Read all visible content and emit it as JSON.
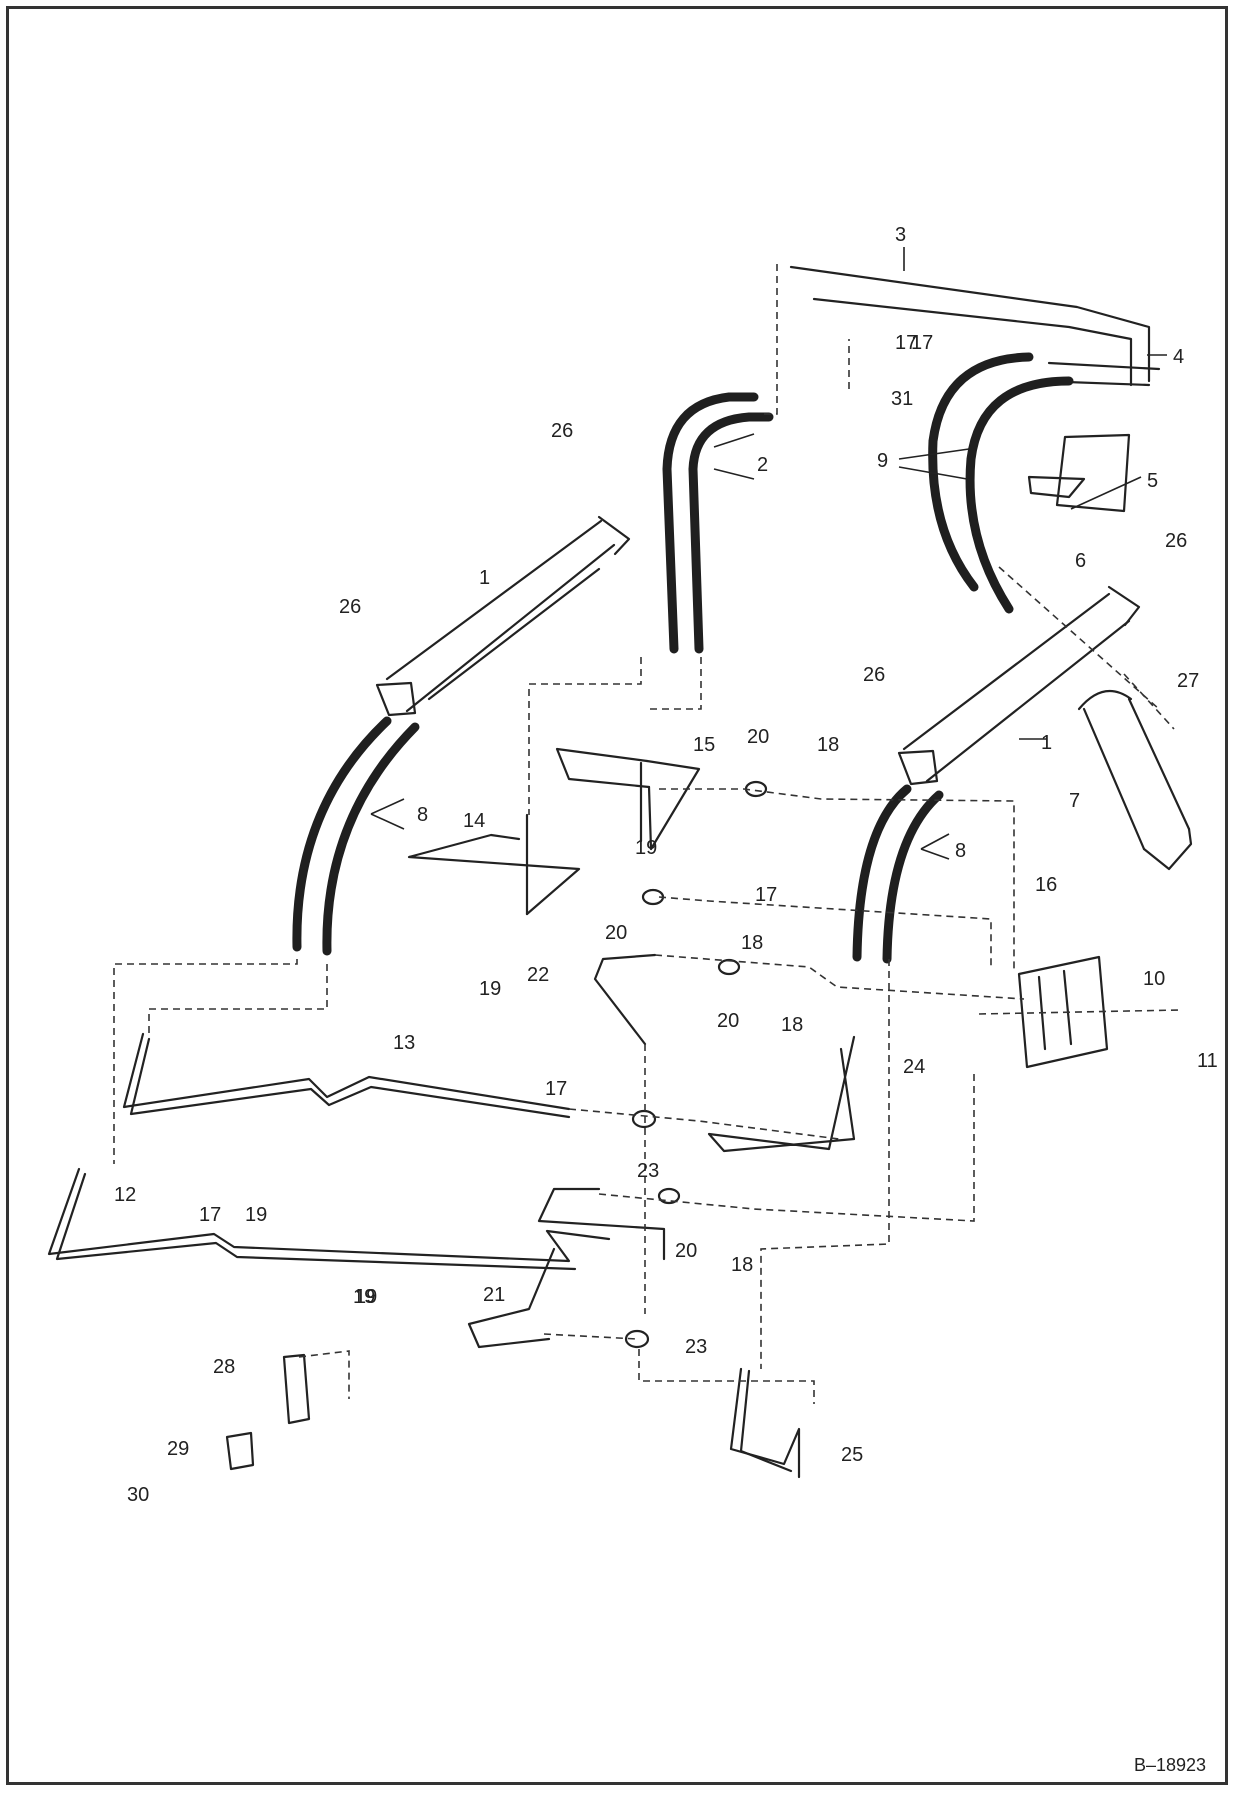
{
  "figure_ref": "B–18923",
  "callouts": [
    "1",
    "1",
    "2",
    "3",
    "4",
    "5",
    "6",
    "7",
    "8",
    "8",
    "9",
    "10",
    "11",
    "12",
    "13",
    "14",
    "15",
    "16",
    "17",
    "17",
    "17",
    "17",
    "17",
    "18",
    "18",
    "18",
    "18",
    "19",
    "19",
    "19",
    "19",
    "19",
    "20",
    "20",
    "20",
    "20",
    "21",
    "22",
    "23",
    "23",
    "24",
    "25",
    "26",
    "26",
    "26",
    "26",
    "27",
    "28",
    "29",
    "30",
    "31"
  ],
  "colors": {
    "line": "#222222",
    "hose": "#1f1f1f",
    "paper": "#ffffff"
  }
}
